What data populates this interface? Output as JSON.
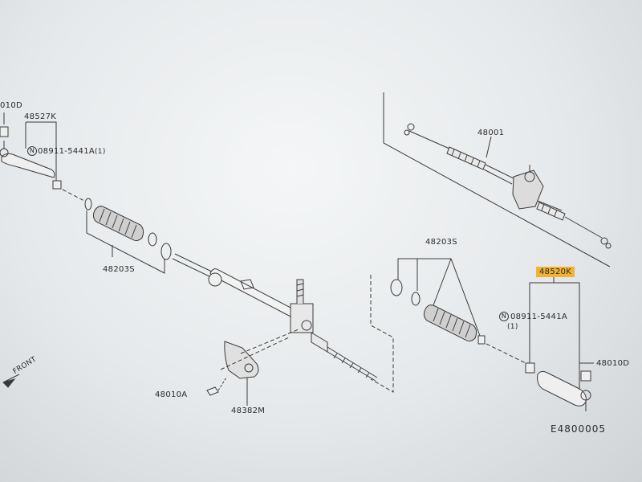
{
  "labels": {
    "l_48010d_top": "010D",
    "l_48527k": "48527K",
    "l_bolt_left": "08911-5441A",
    "l_bolt_left_qty": "(1)",
    "l_48203s_left": "48203S",
    "l_48001": "48001",
    "l_48203s_right": "48203S",
    "l_48520k": "48520K",
    "l_bolt_right": "08911-5441A",
    "l_bolt_right_qty": "(1)",
    "l_48010d_right": "48010D",
    "l_48010a": "48010A",
    "l_48382m": "48382M",
    "l_front": "FRONT",
    "l_code": "E4800005"
  },
  "colors": {
    "highlight": "#f2b233",
    "ink": "#3a3a3a"
  }
}
